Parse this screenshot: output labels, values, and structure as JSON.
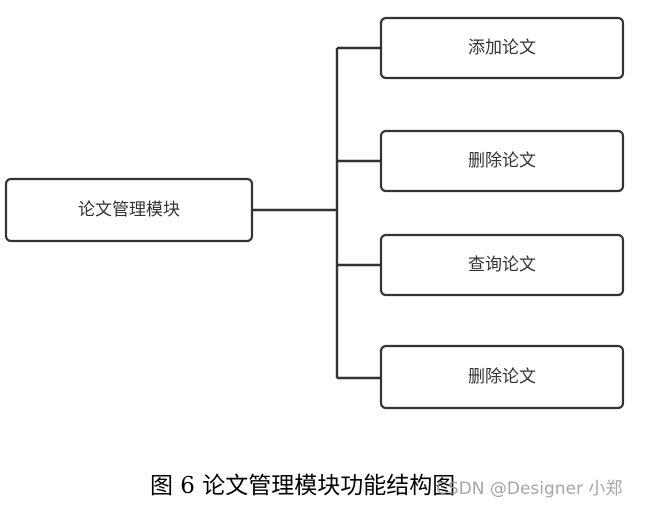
{
  "diagram": {
    "root": {
      "label": "论文管理模块"
    },
    "children": [
      {
        "label": "添加论文"
      },
      {
        "label": "删除论文"
      },
      {
        "label": "查询论文"
      },
      {
        "label": "删除论文"
      }
    ]
  },
  "caption": "图 6 论文管理模块功能结构图",
  "watermark": "CSDN @Designer 小郑"
}
